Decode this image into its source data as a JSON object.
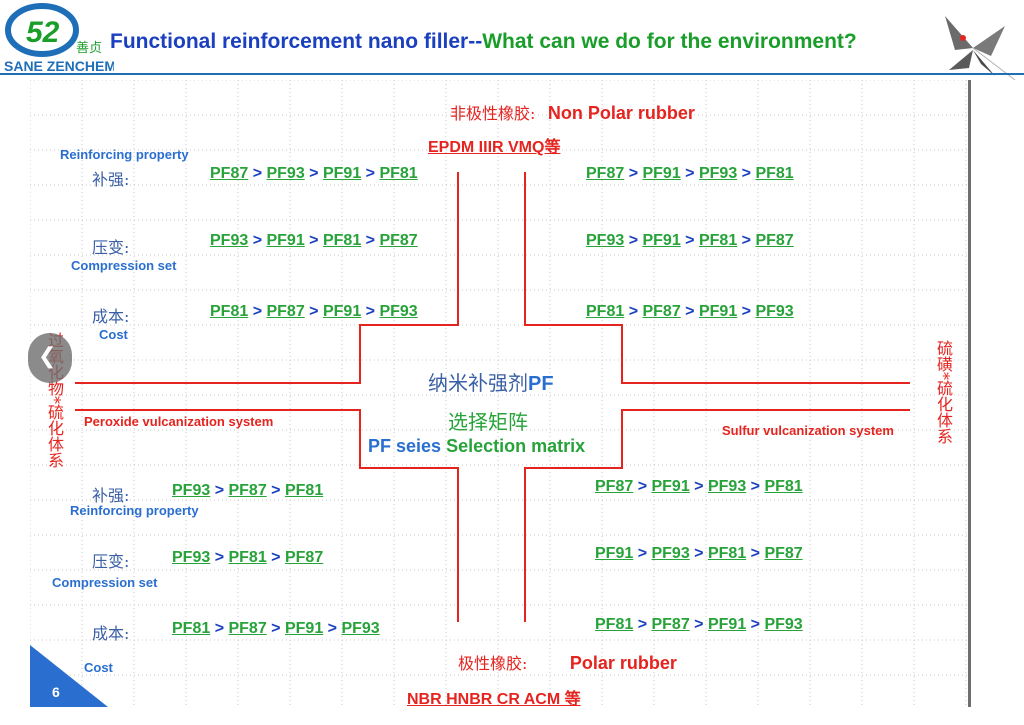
{
  "header": {
    "logo_cn": "善贞",
    "logo_brand": "SANE ZENCHEM",
    "title_part1": "Functional reinforcement nano filler--",
    "title_part2": "What can we do for the environment?"
  },
  "top": {
    "cn": "非极性橡胶:",
    "en": "Non Polar rubber",
    "examples": "EPDM IIIR VMQ等"
  },
  "bottom": {
    "cn": "极性橡胶:",
    "en": "Polar rubber",
    "examples": "NBR HNBR CR ACM 等"
  },
  "center": {
    "line1_cn": "纳米补强剂",
    "line1_en": "PF",
    "line2_cn": "选择矩阵",
    "line3_pf": "PF seies",
    "line3_en": "Selection matrix"
  },
  "left_side": {
    "vertical_cn": "过氧化物*硫化体系",
    "system_en": "Peroxide vulcanization system"
  },
  "right_side": {
    "vertical_cn": "硫磺*硫化体系",
    "system_en": "Sulfur vulcanization system"
  },
  "labels": {
    "reinforce_cn": "补强:",
    "reinforce_en": "Reinforcing property",
    "compress_cn": "压变:",
    "compress_en": "Compression set",
    "cost_cn": "成本:",
    "cost_en": "Cost"
  },
  "quadrants": {
    "top_left": [
      [
        "PF87",
        "PF93",
        "PF91",
        "PF81"
      ],
      [
        "PF93",
        "PF91",
        "PF81",
        "PF87"
      ],
      [
        "PF81",
        "PF87",
        "PF91",
        "PF93"
      ]
    ],
    "top_right": [
      [
        "PF87",
        "PF91",
        "PF93",
        "PF81"
      ],
      [
        "PF93",
        "PF91",
        "PF81",
        "PF87"
      ],
      [
        "PF81",
        "PF87",
        "PF91",
        "PF93"
      ]
    ],
    "bottom_left": [
      [
        "PF93",
        "PF87",
        "PF81"
      ],
      [
        "PF93",
        "PF81",
        "PF87"
      ],
      [
        "PF81",
        "PF87",
        "PF91",
        "PF93"
      ]
    ],
    "bottom_right": [
      [
        "PF87",
        "PF91",
        "PF93",
        "PF81"
      ],
      [
        "PF91",
        "PF93",
        "PF81",
        "PF87"
      ],
      [
        "PF81",
        "PF87",
        "PF91",
        "PF93"
      ]
    ]
  },
  "page_number": "6",
  "colors": {
    "accent_blue": "#2a6fd0",
    "red": "#e5241f",
    "green": "#27a33a",
    "title_blue": "#1a3fbf"
  }
}
